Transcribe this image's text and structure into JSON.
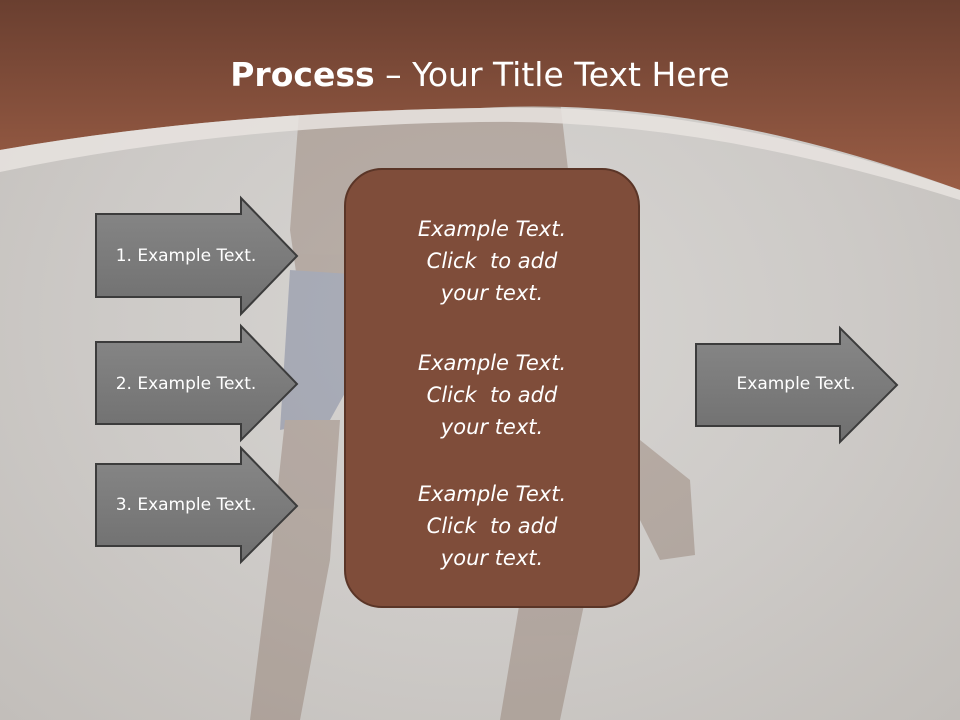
{
  "title": {
    "bold_part": "Process",
    "rest_part": " – Your Title Text Here"
  },
  "left_arrows": [
    {
      "label": "1. Example Text."
    },
    {
      "label": "2. Example Text."
    },
    {
      "label": "3. Example Text."
    }
  ],
  "center_box": {
    "blocks": [
      {
        "line1": "Example Text.",
        "line2": "Click  to add",
        "line3": "your text."
      },
      {
        "line1": "Example Text.",
        "line2": "Click  to add",
        "line3": "your text."
      },
      {
        "line1": "Example Text.",
        "line2": "Click  to add",
        "line3": "your text."
      }
    ]
  },
  "right_arrow": {
    "label": "Example Text."
  },
  "colors": {
    "header": "#8c5440",
    "box": "#7f4d3a",
    "arrow": "#7a7a7a"
  }
}
